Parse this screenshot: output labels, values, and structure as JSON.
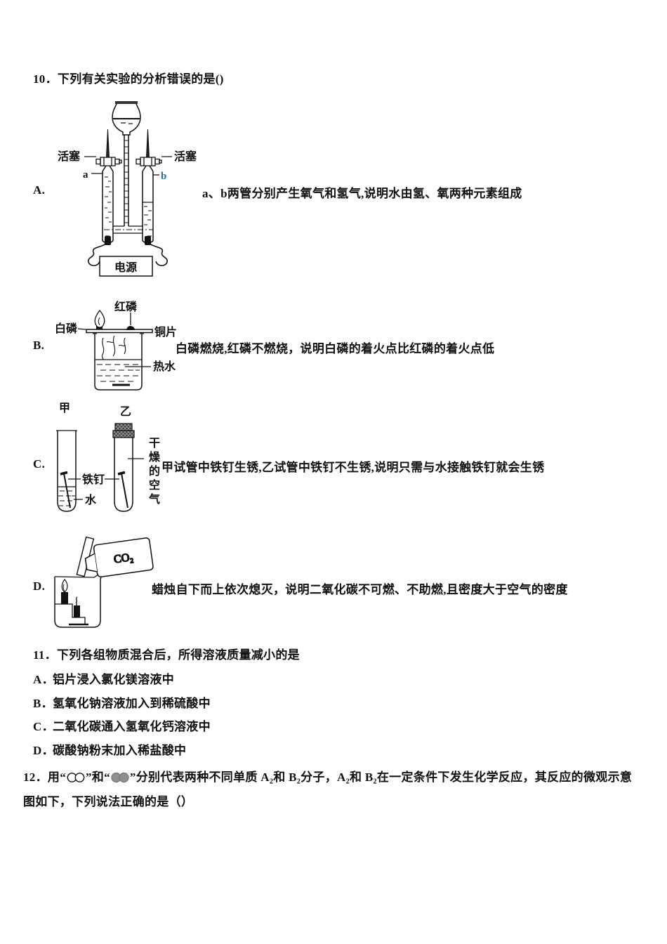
{
  "q10": {
    "title": "10．下列有关实验的分析错误的是()",
    "options": [
      {
        "letter": "A.",
        "text": "a、b两管分别产生氧气和氢气,说明水由氢、氧两种元素组成"
      },
      {
        "letter": "B.",
        "text": "白磷燃烧,红磷不燃烧，说明白磷的着火点比红磷的着火点低"
      },
      {
        "letter": "C.",
        "text": "甲试管中铁钉生锈,乙试管中铁钉不生锈,说明只需与水接触铁钉就会生锈"
      },
      {
        "letter": "D.",
        "text": "蜡烛自下而上依次熄灭，说明二氧化碳不可燃、不助燃,且密度大于空气的密度"
      }
    ],
    "diagram_a": {
      "piston_left": "活塞",
      "piston_right": "活塞",
      "tube_a": "a",
      "tube_b": "b",
      "power": "电源"
    },
    "diagram_b": {
      "red_p": "红磷",
      "white_p": "白磷",
      "copper": "铜片",
      "hot_water": "热水"
    },
    "diagram_c": {
      "jia": "甲",
      "yi": "乙",
      "nail": "铁钉",
      "water": "水",
      "dry_air": "干燥的空气"
    },
    "diagram_d": {
      "gas": "CO₂"
    }
  },
  "q11": {
    "title": "11．下列各组物质混合后，所得溶液质量减小的是",
    "options": [
      {
        "letter": "A．",
        "text": "铝片浸入氯化镁溶液中"
      },
      {
        "letter": "B．",
        "text": "氢氧化钠溶液加入到稀硫酸中"
      },
      {
        "letter": "C．",
        "text": "二氧化碳通入氢氧化钙溶液中"
      },
      {
        "letter": "D．",
        "text": "碳酸钠粉末加入稀盐酸中"
      }
    ]
  },
  "q12": {
    "line1_seg1": "12．用“",
    "line1_seg2": "”和“",
    "line1_seg3": "”分别代表两种不同单质 A₂和 B₂分子，A₂和 B₂在一定条件下发生化学反应，其反应的微观示意",
    "line2": "图如下，下列说法正确的是（）"
  },
  "colors": {
    "ink": "#111111",
    "molecule_fill": "#8f8f8f"
  }
}
